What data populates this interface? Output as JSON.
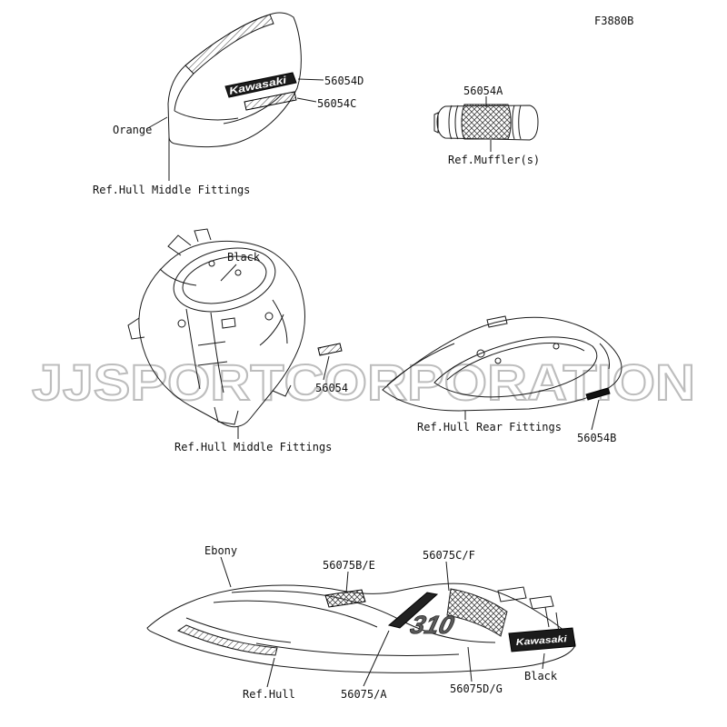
{
  "page": {
    "figure_code": "F3880B",
    "watermark": "JJSPORTCORPORATION",
    "background": "#ffffff",
    "line_color": "#1a1a1a",
    "watermark_color": "#bdbdbd"
  },
  "sections": {
    "hull_middle_panel": {
      "part_d": "56054D",
      "part_c": "56054C",
      "color_label": "Orange",
      "ref_label": "Ref.Hull Middle Fittings",
      "decal_brand": "Kawasaki"
    },
    "muffler": {
      "part_a": "56054A",
      "ref_label": "Ref.Muffler(s)"
    },
    "hull_middle_fittings": {
      "color_label": "Black",
      "part": "56054",
      "ref_label": "Ref.Hull Middle Fittings"
    },
    "hull_rear_fittings": {
      "ref_label": "Ref.Hull Rear Fittings",
      "part_b": "56054B"
    },
    "hull_side": {
      "color_top": "Ebony",
      "part_be": "56075B/E",
      "part_cf": "56075C/F",
      "ref_label": "Ref.Hull",
      "part_a": "56075/A",
      "part_dg": "56075D/G",
      "color_bottom": "Black",
      "decal_text": "310",
      "decal_brand": "Kawasaki"
    }
  }
}
